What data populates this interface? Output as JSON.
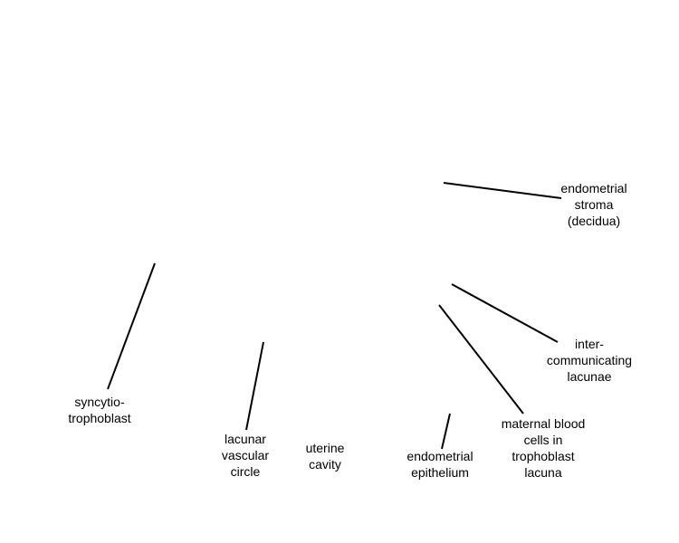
{
  "labels": {
    "endometrial_stroma": [
      "endometrial",
      "stroma",
      "(decidua)"
    ],
    "inter_communicating_lacunae": [
      "inter-",
      "communicating",
      "lacunae"
    ],
    "syncytiotrophoblast": [
      "syncytio-",
      "trophoblast"
    ],
    "lacunar_vascular_circle": [
      "lacunar",
      "vascular",
      "circle"
    ],
    "uterine_cavity": [
      "uterine",
      "cavity"
    ],
    "endometrial_epithelium": [
      "endometrial",
      "epithelium"
    ],
    "maternal_blood_cells": [
      "maternal blood",
      "cells in",
      "trophoblast",
      "lacuna"
    ]
  },
  "colors": {
    "text": "#000000",
    "line": "#000000",
    "background": "#ffffff"
  }
}
